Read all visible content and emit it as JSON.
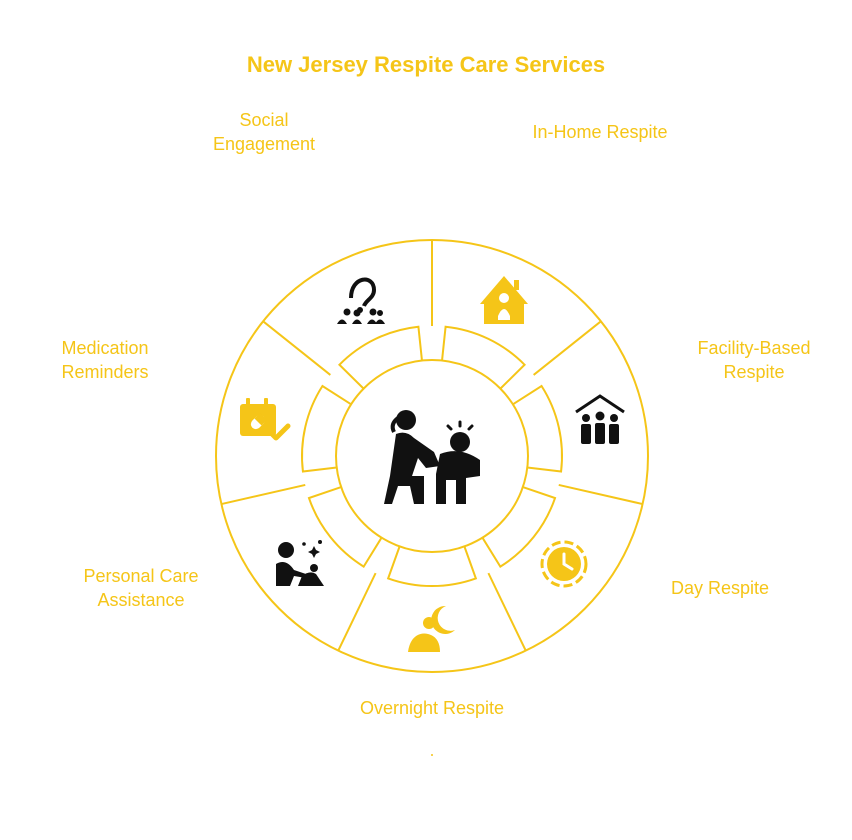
{
  "title": "New Jersey Respite Care Services",
  "colors": {
    "accent": "#F5C518",
    "icon_dark": "#111111",
    "background": "#ffffff"
  },
  "center": {
    "icon": "caregiver-with-child-icon"
  },
  "segments": [
    {
      "id": "social",
      "icon": "social-engagement-icon",
      "lines": [
        "Social",
        "Engagement"
      ]
    },
    {
      "id": "inhome",
      "icon": "house-icon",
      "lines": [
        "In-Home Respite"
      ]
    },
    {
      "id": "facility",
      "icon": "facility-group-icon",
      "lines": [
        "Facility-Based",
        "Respite"
      ]
    },
    {
      "id": "day",
      "icon": "clock-icon",
      "lines": [
        "Day Respite"
      ]
    },
    {
      "id": "overnight",
      "icon": "moon-person-icon",
      "lines": [
        "Overnight Respite"
      ]
    },
    {
      "id": "personal",
      "icon": "personal-care-icon",
      "lines": [
        "Personal Care",
        "Assistance"
      ]
    },
    {
      "id": "medication",
      "icon": "calendar-pill-check-icon",
      "lines": [
        "Medication",
        "Reminders"
      ]
    }
  ]
}
